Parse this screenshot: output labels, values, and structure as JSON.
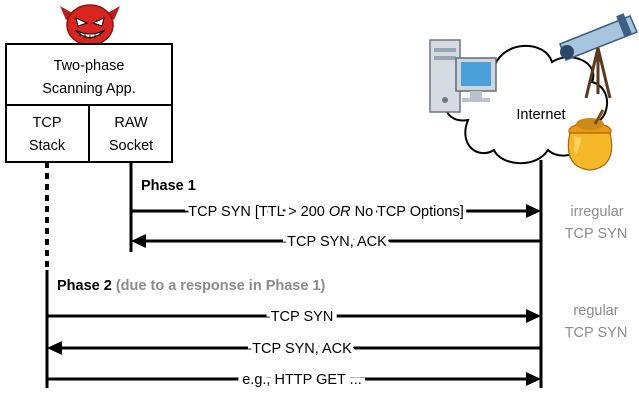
{
  "colors": {
    "line": "#000000",
    "gray_text": "#8c8c8c",
    "devil_red": "#d92520",
    "cloud_fill": "#ffffff",
    "honey": "#f0a81a"
  },
  "icons": [
    "devil-icon",
    "computer-icon",
    "telescope-icon",
    "honeypot-icon",
    "internet-cloud-icon"
  ],
  "scanner": {
    "title_line1": "Two-phase",
    "title_line2": "Scanning App.",
    "tcp_line1": "TCP",
    "tcp_line2": "Stack",
    "raw_line1": "RAW",
    "raw_line2": "Socket"
  },
  "internet_label": "Internet",
  "phase1": {
    "label": "Phase 1",
    "syn_prefix": "TCP SYN [TTL > 200 ",
    "syn_or": "OR",
    "syn_suffix": " No TCP Options]",
    "synack": "TCP SYN, ACK"
  },
  "phase2": {
    "label": "Phase 2",
    "note": " (due to a response in Phase 1)",
    "syn": "TCP SYN",
    "synack": "TCP SYN, ACK",
    "http": "e.g., HTTP GET ..."
  },
  "side_labels": {
    "irregular_line1": "irregular",
    "irregular_line2": "TCP SYN",
    "regular_line1": "regular",
    "regular_line2": "TCP SYN"
  }
}
